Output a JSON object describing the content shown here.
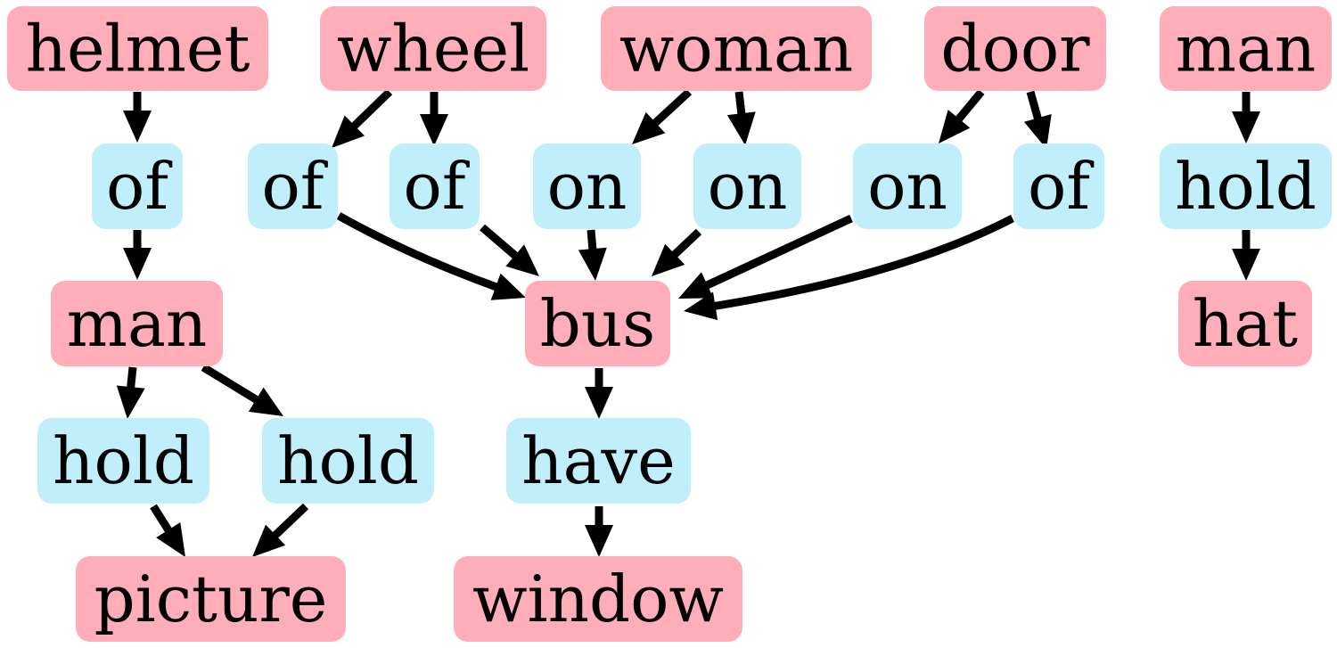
{
  "colors": {
    "object": "#ffadb8",
    "relation": "#c0eefb",
    "edge": "#000000",
    "text": "#000000"
  },
  "nodes": [
    {
      "id": "helmet",
      "label": "helmet",
      "kind": "object"
    },
    {
      "id": "wheel",
      "label": "wheel",
      "kind": "object"
    },
    {
      "id": "woman",
      "label": "woman",
      "kind": "object"
    },
    {
      "id": "door",
      "label": "door",
      "kind": "object"
    },
    {
      "id": "man_r",
      "label": "man",
      "kind": "object"
    },
    {
      "id": "of1",
      "label": "of",
      "kind": "relation"
    },
    {
      "id": "of2",
      "label": "of",
      "kind": "relation"
    },
    {
      "id": "of3",
      "label": "of",
      "kind": "relation"
    },
    {
      "id": "on1",
      "label": "on",
      "kind": "relation"
    },
    {
      "id": "on2",
      "label": "on",
      "kind": "relation"
    },
    {
      "id": "on3",
      "label": "on",
      "kind": "relation"
    },
    {
      "id": "of4",
      "label": "of",
      "kind": "relation"
    },
    {
      "id": "hold_r",
      "label": "hold",
      "kind": "relation"
    },
    {
      "id": "man_l",
      "label": "man",
      "kind": "object"
    },
    {
      "id": "bus",
      "label": "bus",
      "kind": "object"
    },
    {
      "id": "hat",
      "label": "hat",
      "kind": "object"
    },
    {
      "id": "hold1",
      "label": "hold",
      "kind": "relation"
    },
    {
      "id": "hold2",
      "label": "hold",
      "kind": "relation"
    },
    {
      "id": "have",
      "label": "have",
      "kind": "relation"
    },
    {
      "id": "picture",
      "label": "picture",
      "kind": "object"
    },
    {
      "id": "window",
      "label": "window",
      "kind": "object"
    }
  ],
  "edges": [
    {
      "from": "helmet",
      "to": "of1"
    },
    {
      "from": "of1",
      "to": "man_l"
    },
    {
      "from": "man_l",
      "to": "hold1"
    },
    {
      "from": "man_l",
      "to": "hold2"
    },
    {
      "from": "hold1",
      "to": "picture"
    },
    {
      "from": "hold2",
      "to": "picture"
    },
    {
      "from": "wheel",
      "to": "of2"
    },
    {
      "from": "wheel",
      "to": "of3"
    },
    {
      "from": "woman",
      "to": "on1"
    },
    {
      "from": "woman",
      "to": "on2"
    },
    {
      "from": "door",
      "to": "on3"
    },
    {
      "from": "door",
      "to": "of4"
    },
    {
      "from": "of2",
      "to": "bus"
    },
    {
      "from": "of3",
      "to": "bus"
    },
    {
      "from": "on1",
      "to": "bus"
    },
    {
      "from": "on2",
      "to": "bus"
    },
    {
      "from": "on3",
      "to": "bus"
    },
    {
      "from": "of4",
      "to": "bus"
    },
    {
      "from": "bus",
      "to": "have"
    },
    {
      "from": "have",
      "to": "window"
    },
    {
      "from": "man_r",
      "to": "hold_r"
    },
    {
      "from": "hold_r",
      "to": "hat"
    }
  ]
}
